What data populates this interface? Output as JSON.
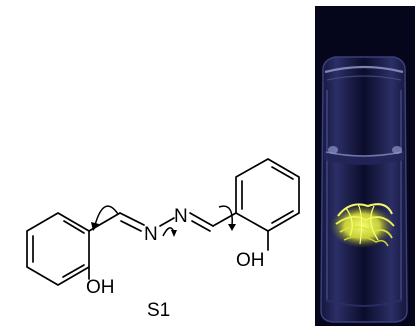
{
  "structure": {
    "compound_label": "S1",
    "nitrogen_symbol": "N",
    "hydroxyl_label": "OH"
  },
  "photo": {
    "background_color": "#05051c",
    "glass_color": "#3a3f7a",
    "highlight_color": "#8f97c8",
    "fluorescence_color": "#d9e23a"
  }
}
